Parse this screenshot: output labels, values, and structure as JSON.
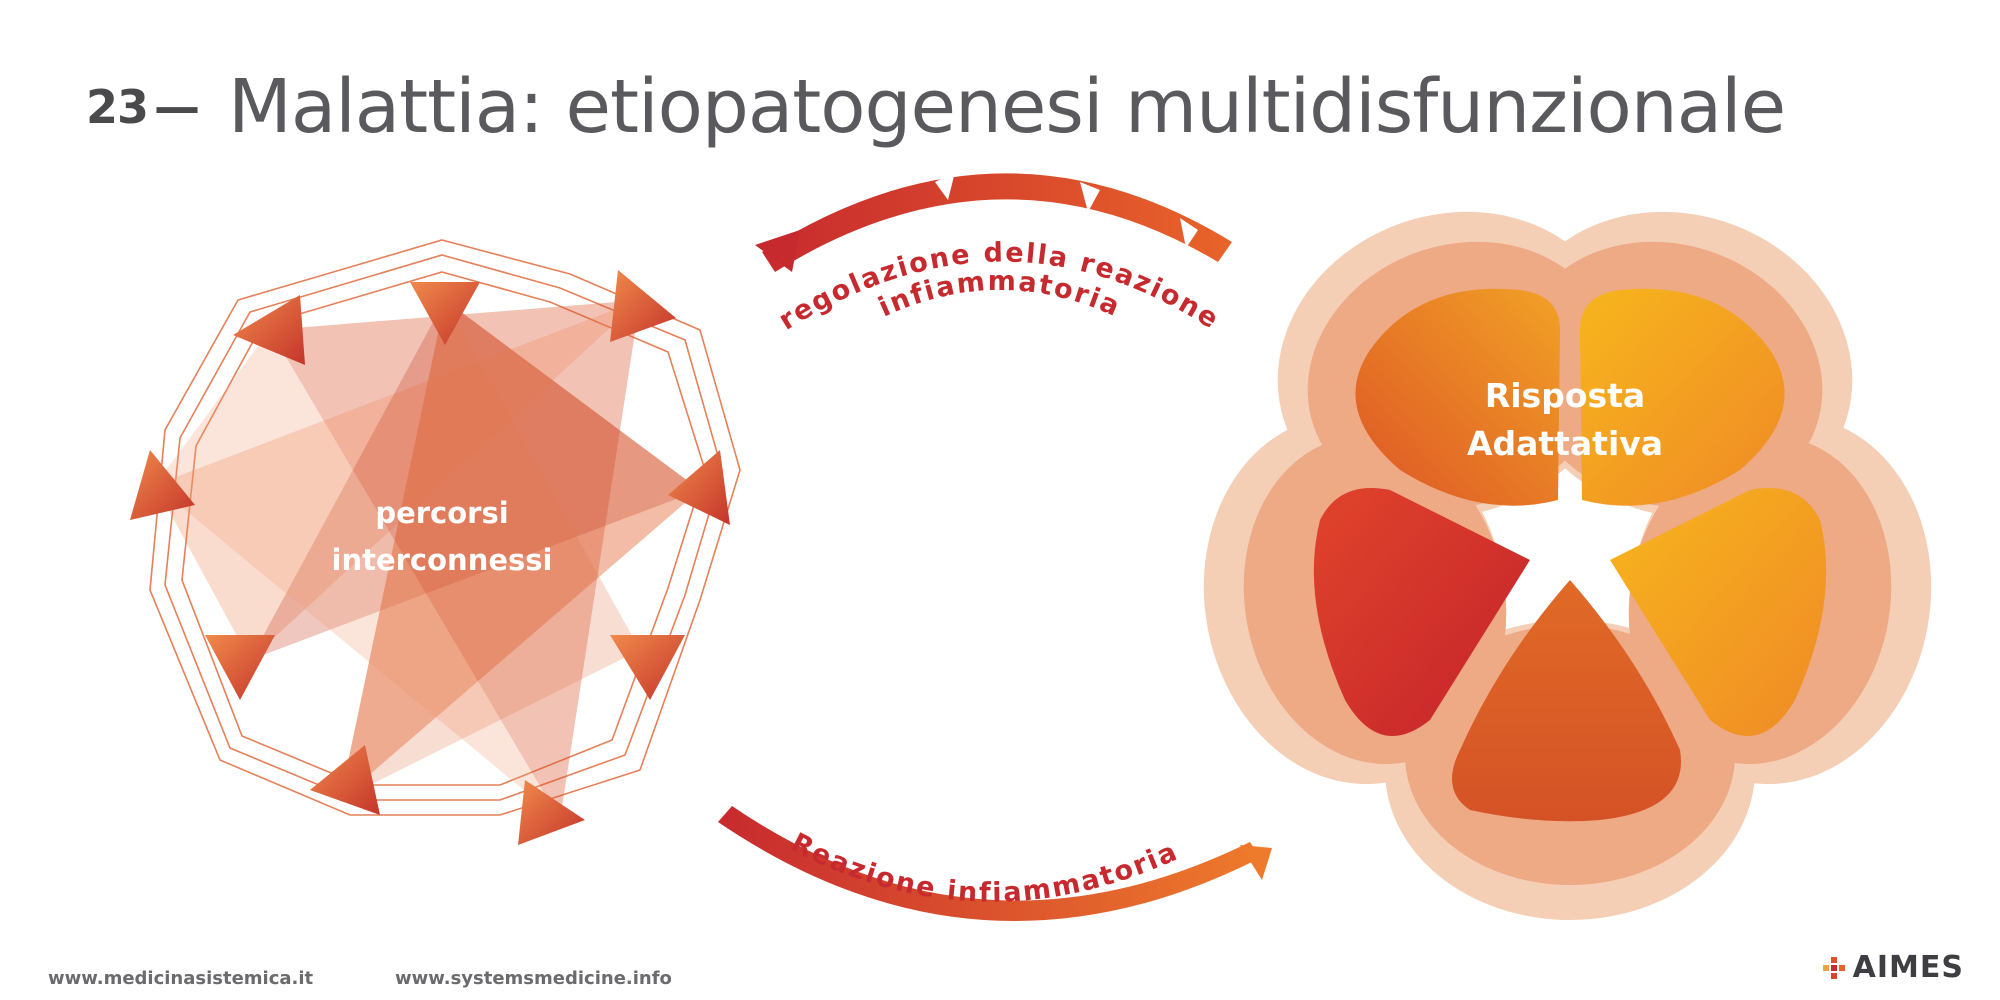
{
  "header": {
    "slide_number": "23",
    "dash": "—",
    "title": "Malattia: etiopatogenesi multidisfunzionale"
  },
  "diagram": {
    "left_node": {
      "line1": "percorsi",
      "line2": "interconnessi"
    },
    "right_node": {
      "line1": "Risposta",
      "line2": "Adattativa"
    },
    "top_arc": {
      "line1": "regolazione della reazione",
      "line2": "infiammatoria"
    },
    "bottom_arc": {
      "label": "Reazione infiammatoria"
    }
  },
  "footer": {
    "link1": "www.medicinasistemica.it",
    "link2": "www.systemsmedicine.info",
    "logo": "AIMES"
  },
  "colors": {
    "title": "#5a5a5e",
    "accent_red": "#c72a2e",
    "accent_orange": "#e8642a",
    "accent_yellow": "#f6b51d",
    "petal_light": "#f3c9ad"
  }
}
